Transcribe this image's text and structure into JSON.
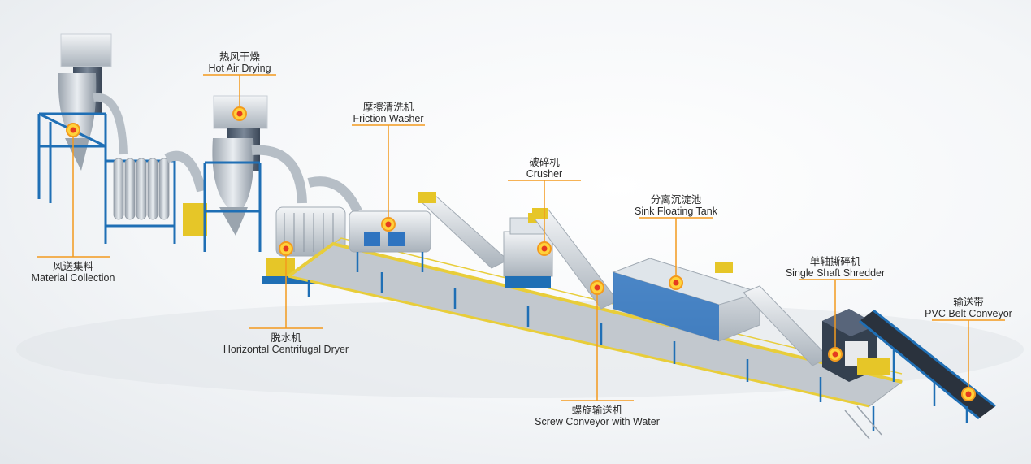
{
  "colors": {
    "accent": "#f39a1e",
    "marker_center": "#e53b1f",
    "frame_blue": "#1f6fb5",
    "machine_white": "#eef2f6",
    "rail_yellow": "#e8cd3a",
    "floor_gray": "#b9bfc6"
  },
  "stages": [
    {
      "id": "material-collection",
      "zh": "风送集料",
      "en": "Material Collection"
    },
    {
      "id": "hot-air-drying",
      "zh": "热风干燥",
      "en": "Hot Air Drying"
    },
    {
      "id": "friction-washer",
      "zh": "摩擦清洗机",
      "en": "Friction Washer"
    },
    {
      "id": "crusher",
      "zh": "破碎机",
      "en": "Crusher"
    },
    {
      "id": "sink-floating-tank",
      "zh": "分离沉淀池",
      "en": "Sink Floating Tank"
    },
    {
      "id": "single-shaft-shredder",
      "zh": "单轴撕碎机",
      "en": "Single Shaft Shredder"
    },
    {
      "id": "pvc-belt-conveyor",
      "zh": "输送带",
      "en": "PVC Belt Conveyor"
    },
    {
      "id": "horizontal-centrifugal-dryer",
      "zh": "脱水机",
      "en": "Horizontal Centrifugal Dryer"
    },
    {
      "id": "screw-conveyor-with-water",
      "zh": "螺旋输送机",
      "en": "Screw Conveyor with Water"
    }
  ]
}
